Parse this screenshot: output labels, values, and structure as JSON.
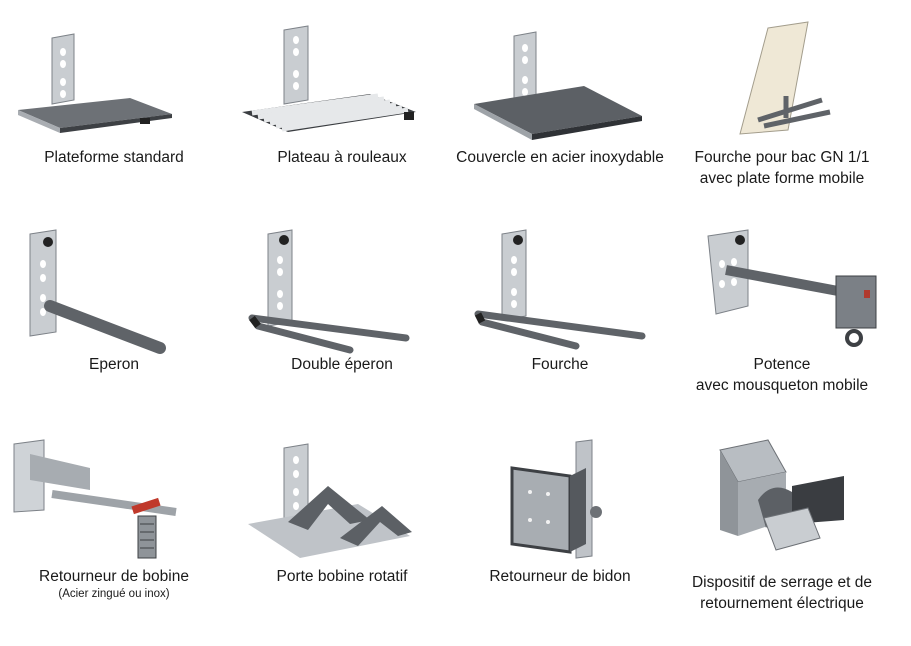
{
  "items": [
    {
      "label": "Plateforme standard",
      "icon": "standard-platform-icon"
    },
    {
      "label": "Plateau à rouleaux",
      "icon": "roller-tray-icon"
    },
    {
      "label": "Couvercle en acier inoxydable",
      "icon": "stainless-cover-icon"
    },
    {
      "label": "Fourche pour bac GN 1/1",
      "label2": "avec plate forme mobile",
      "icon": "gn-fork-icon"
    },
    {
      "label": "Eperon",
      "icon": "spur-icon"
    },
    {
      "label": "Double éperon",
      "icon": "double-spur-icon"
    },
    {
      "label": "Fourche",
      "icon": "fork-icon"
    },
    {
      "label": "Potence",
      "label2": "avec mousqueton mobile",
      "icon": "jib-hook-icon"
    },
    {
      "label": "Retourneur de bobine",
      "sub": "(Acier zingué ou inox)",
      "icon": "reel-turner-icon"
    },
    {
      "label": "Porte bobine rotatif",
      "icon": "rotary-reel-holder-icon"
    },
    {
      "label": "Retourneur de bidon",
      "icon": "drum-turner-icon"
    },
    {
      "label": "Dispositif de serrage et de",
      "label2": "retournement électrique",
      "icon": "electric-clamp-icon"
    }
  ]
}
